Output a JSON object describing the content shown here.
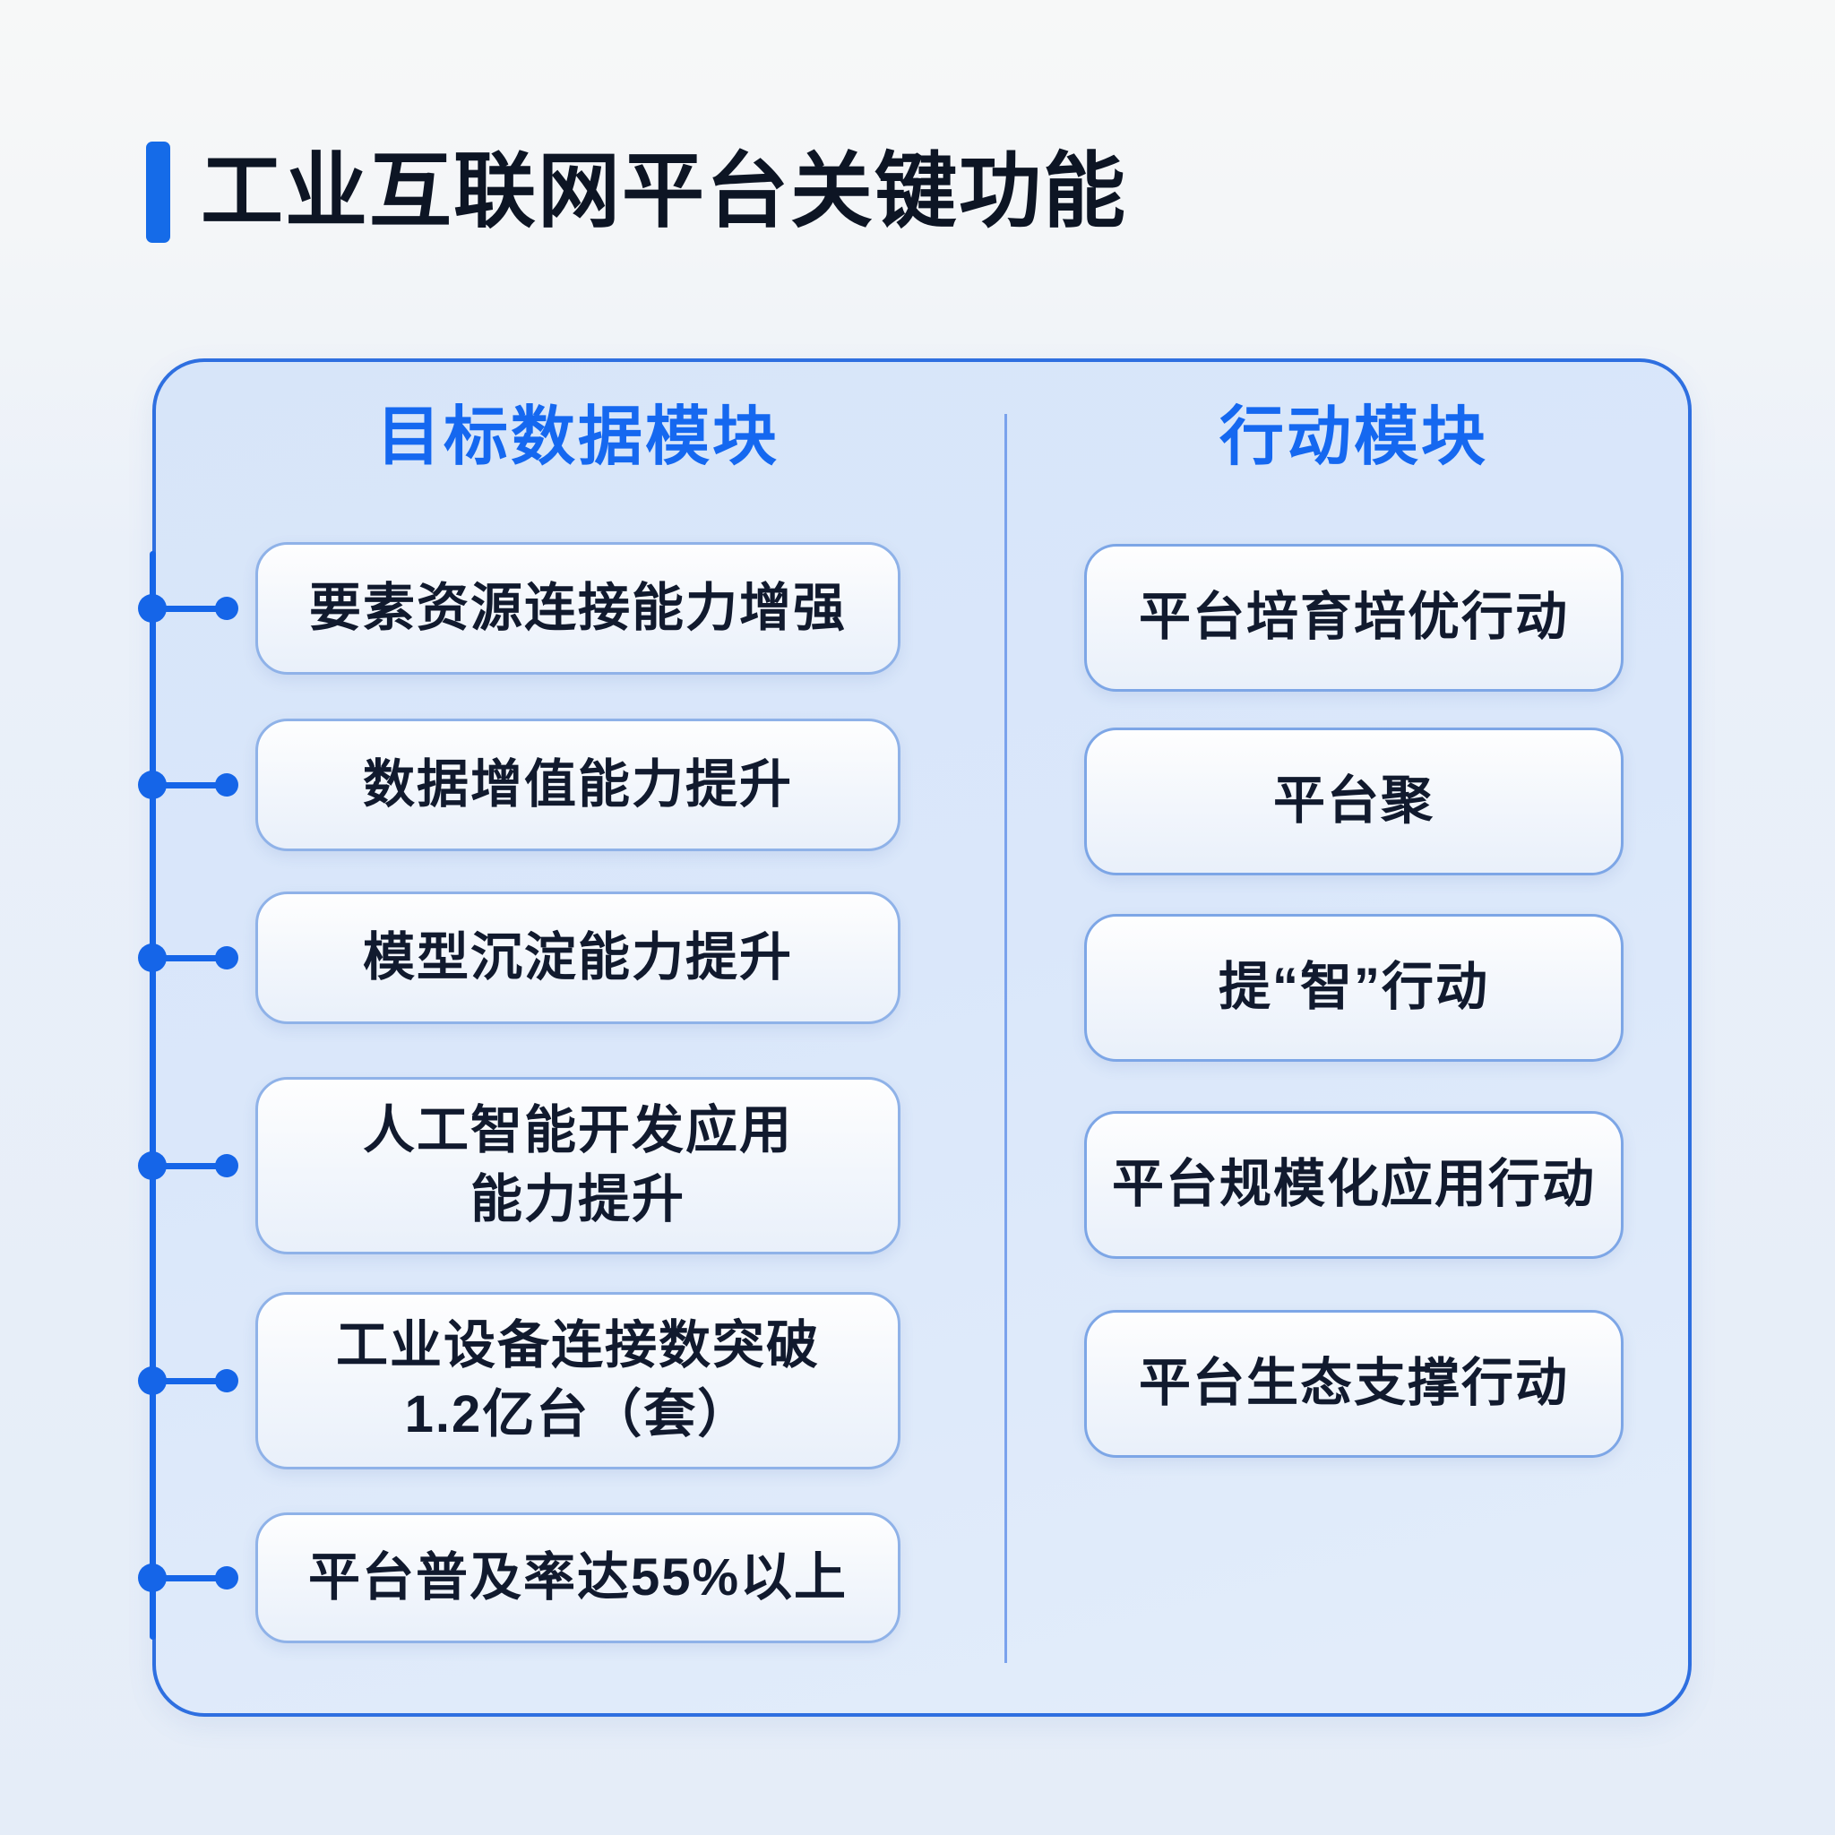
{
  "title": "工业互联网平台关键功能",
  "columns": {
    "left": {
      "header": "目标数据模块",
      "boxes": [
        {
          "label": "要素资源连接能力增强"
        },
        {
          "label": "数据增值能力提升"
        },
        {
          "label": "模型沉淀能力提升"
        },
        {
          "label": "人工智能开发应用\n能力提升"
        },
        {
          "label": "工业设备连接数突破\n1.2亿台（套）"
        },
        {
          "label": "平台普及率达55%以上"
        }
      ]
    },
    "right": {
      "header": "行动模块",
      "boxes": [
        {
          "label": "平台培育培优行动"
        },
        {
          "label": "平台聚"
        },
        {
          "label": "提“智”行动"
        },
        {
          "label": "平台规模化应用行动"
        },
        {
          "label": "平台生态支撑行动"
        }
      ]
    }
  },
  "colors": {
    "accent_blue": "#1565e8",
    "header_blue": "#1568f0",
    "panel_border": "#2e6fe0",
    "panel_fill": "#dae7fa",
    "box_border": "#8fb2e8",
    "text_dark": "#111a2e"
  }
}
